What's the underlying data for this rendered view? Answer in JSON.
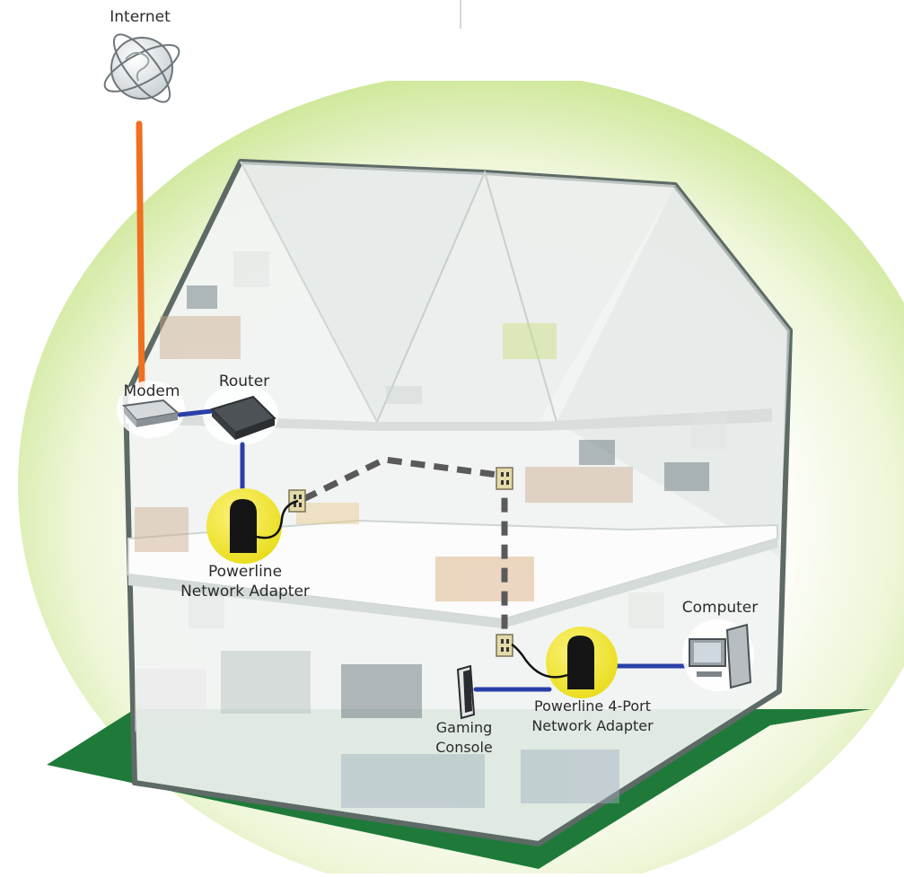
{
  "labels": {
    "internet": "Internet",
    "modem": "Modem",
    "router": "Router",
    "powerline_adapter_line1": "Powerline",
    "powerline_adapter_line2": "Network Adapter",
    "computer": "Computer",
    "powerline4_line1": "Powerline 4-Port",
    "powerline4_line2": "Network Adapter",
    "gaming_line1": "Gaming",
    "gaming_line2": "Console"
  },
  "colors": {
    "internet_link": "#f07020",
    "ethernet_link": "#2b3fa8",
    "powerline_link": "#5a5a5a",
    "ground": "#1f7a3a",
    "halo": "#cfe89a",
    "house_outline": "#5d6a66",
    "adapter_highlight": "#f2ea2a"
  }
}
